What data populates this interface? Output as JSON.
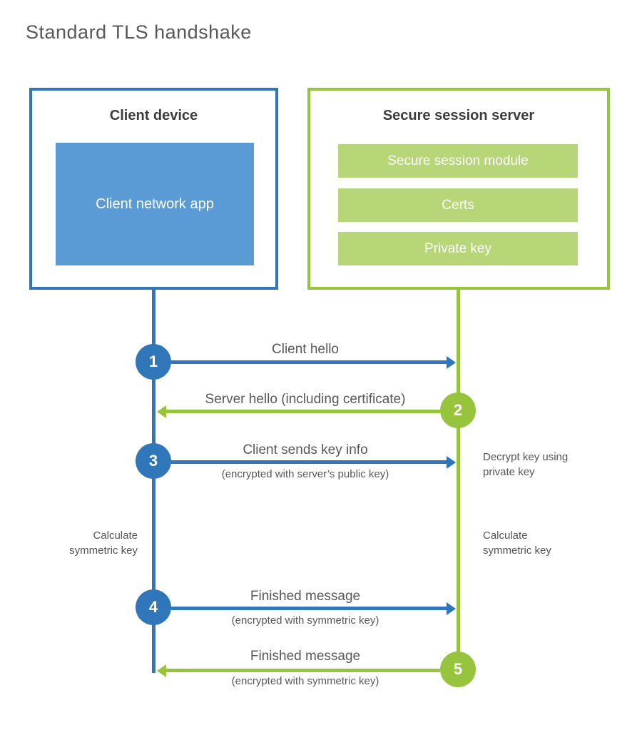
{
  "title": "Standard TLS handshake",
  "client_box": {
    "title": "Client device",
    "app_label": "Client network app"
  },
  "server_box": {
    "title": "Secure session server",
    "modules": [
      "Secure session module",
      "Certs",
      "Private key"
    ]
  },
  "steps": [
    {
      "num": "1",
      "from": "client",
      "label": "Client hello",
      "sublabel": ""
    },
    {
      "num": "2",
      "from": "server",
      "label": "Server hello (including certificate)",
      "sublabel": ""
    },
    {
      "num": "3",
      "from": "client",
      "label": "Client sends key info",
      "sublabel": "(encrypted with server’s public key)"
    },
    {
      "num": "4",
      "from": "client",
      "label": "Finished message",
      "sublabel": "(encrypted with symmetric key)"
    },
    {
      "num": "5",
      "from": "server",
      "label": "Finished message",
      "sublabel": "(encrypted with symmetric key)"
    }
  ],
  "notes": {
    "decrypt": "Decrypt key using private key",
    "calc_left": "Calculate symmetric key",
    "calc_right": "Calculate symmetric key"
  },
  "colors": {
    "client_accent": "#2f77b8",
    "client_fill": "#5b9bd5",
    "server_accent": "#97c43d",
    "server_fill": "#b6d677",
    "text_dark": "#3c3c3c",
    "text_gray": "#58585a"
  }
}
